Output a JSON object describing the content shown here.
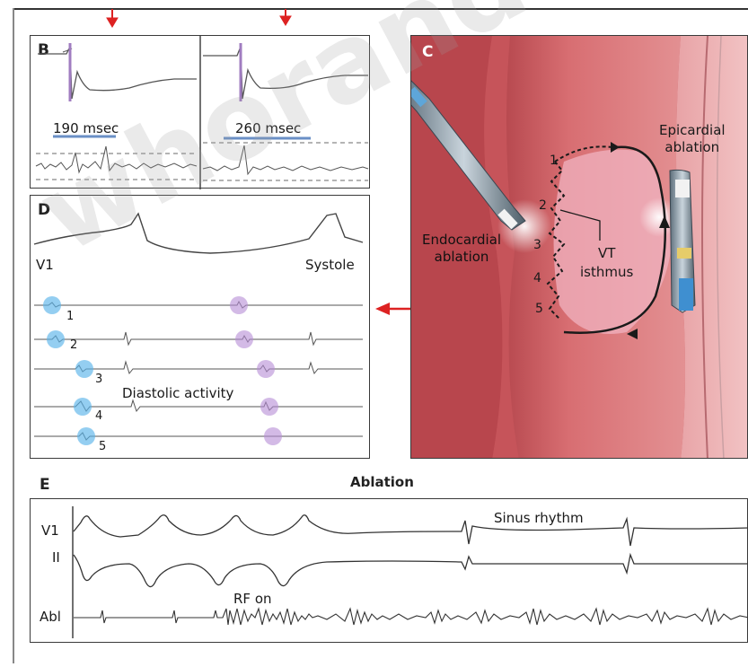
{
  "panels": {
    "b_label": "B",
    "b_left_interval": "190 msec",
    "b_right_interval": "260 msec",
    "c_label": "C",
    "d_label": "D",
    "e_label": "E"
  },
  "panel_c": {
    "epicardial": "Epicardial\nablation",
    "endocardial": "Endocardial\nablation",
    "vt_isthmus": "VT\nisthmus",
    "points": [
      "1",
      "2",
      "3",
      "4",
      "5"
    ]
  },
  "panel_d": {
    "lead": "V1",
    "systole": "Systole",
    "diastolic": "Diastolic activity",
    "channels": [
      "1",
      "2",
      "3",
      "4",
      "5"
    ]
  },
  "panel_e": {
    "title": "Ablation",
    "leads": [
      "V1",
      "II",
      "Abl"
    ],
    "sinus": "Sinus rhythm",
    "rf_on": "RF on"
  },
  "watermark": "whorand"
}
